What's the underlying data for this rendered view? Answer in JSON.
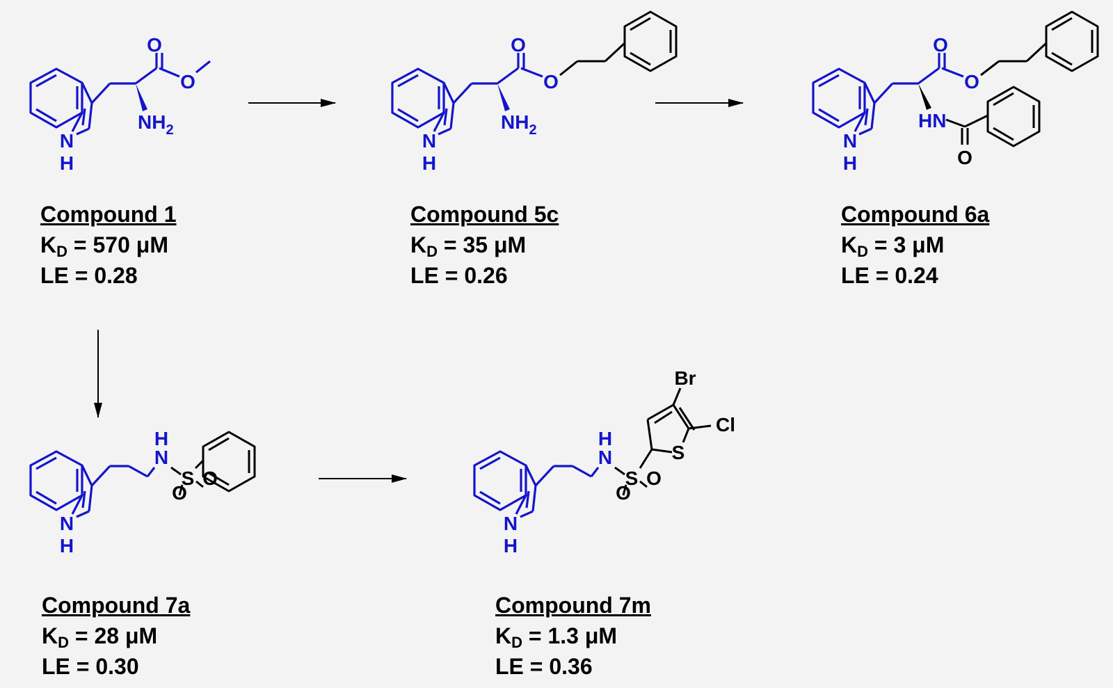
{
  "colors": {
    "scaffold": "#1414cc",
    "substituent": "#000000",
    "background": "#f3f3f3"
  },
  "atoms": {
    "O": "O",
    "NH2": "NH",
    "NH2_sub": "2",
    "N": "N",
    "H": "H",
    "HN": "HN",
    "S": "S",
    "Br": "Br",
    "Cl": "Cl"
  },
  "compounds": [
    {
      "id": "c1",
      "title": "Compound 1",
      "kd_prefix": "K",
      "kd_sub": "D",
      "kd_value": " = 570 μM",
      "le": "LE = 0.28"
    },
    {
      "id": "c5c",
      "title": "Compound 5c",
      "kd_prefix": "K",
      "kd_sub": "D",
      "kd_value": " = 35 μM",
      "le": "LE = 0.26"
    },
    {
      "id": "c6a",
      "title": "Compound 6a",
      "kd_prefix": "K",
      "kd_sub": "D",
      "kd_value": " = 3 μM",
      "le": "LE = 0.24"
    },
    {
      "id": "c7a",
      "title": "Compound 7a",
      "kd_prefix": "K",
      "kd_sub": "D",
      "kd_value": " = 28 μM",
      "le": "LE = 0.30"
    },
    {
      "id": "c7m",
      "title": "Compound 7m",
      "kd_prefix": "K",
      "kd_sub": "D",
      "kd_value": " = 1.3 μM",
      "le": "LE = 0.36"
    }
  ],
  "arrows": [
    "compound-1-to-5c",
    "compound-5c-to-6a",
    "compound-1-to-7a",
    "compound-7a-to-7m"
  ]
}
